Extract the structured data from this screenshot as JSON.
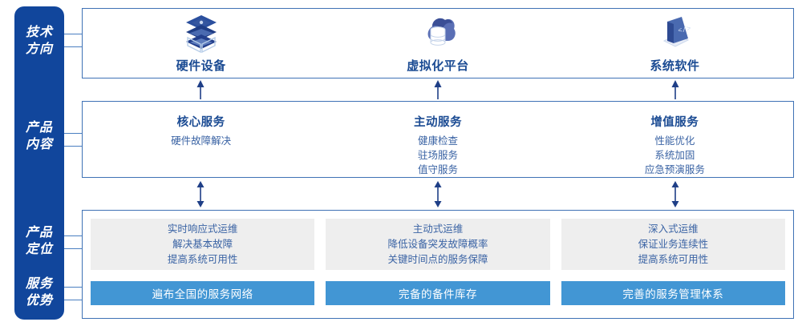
{
  "rail": {
    "labels": [
      {
        "name": "technology-direction",
        "line1": "技术",
        "line2": "方向"
      },
      {
        "name": "product-content",
        "line1": "产品",
        "line2": "内容"
      },
      {
        "name": "product-positioning",
        "line1": "产品",
        "line2": "定位"
      },
      {
        "name": "service-advantage",
        "line1": "服务",
        "line2": "优势"
      }
    ],
    "color": "#11469c"
  },
  "technology": {
    "columns": [
      {
        "icon": "server-stack-icon",
        "label": "硬件设备"
      },
      {
        "icon": "cloud-database-icon",
        "label": "虚拟化平台"
      },
      {
        "icon": "laptop-code-icon",
        "label": "系统软件"
      }
    ]
  },
  "content": {
    "columns": [
      {
        "title": "核心服务",
        "items": [
          "硬件故障解决"
        ]
      },
      {
        "title": "主动服务",
        "items": [
          "健康检查",
          "驻场服务",
          "值守服务"
        ]
      },
      {
        "title": "增值服务",
        "items": [
          "性能优化",
          "系统加固",
          "应急预演服务"
        ]
      }
    ]
  },
  "positioning": {
    "cards": [
      {
        "lines": [
          "实时响应式运维",
          "解决基本故障",
          "提高系统可用性"
        ]
      },
      {
        "lines": [
          "主动式运维",
          "降低设备突发故障概率",
          "关键时间点的服务保障"
        ]
      },
      {
        "lines": [
          "深入式运维",
          "保证业务连续性",
          "提高系统可用性"
        ]
      }
    ]
  },
  "advantages": {
    "bars": [
      {
        "label": "遍布全国的服务网络"
      },
      {
        "label": "完备的备件库存"
      },
      {
        "label": "完善的服务管理体系"
      }
    ],
    "color": "#4296d4"
  },
  "colors": {
    "rail_blue": "#11469c",
    "border_blue": "#3f72b5",
    "title_blue": "#1b4b93",
    "body_blue": "#3a63a4",
    "bar_blue": "#4296d4",
    "card_gray": "#eeeeee",
    "arrow_navy": "#1f3f87"
  }
}
